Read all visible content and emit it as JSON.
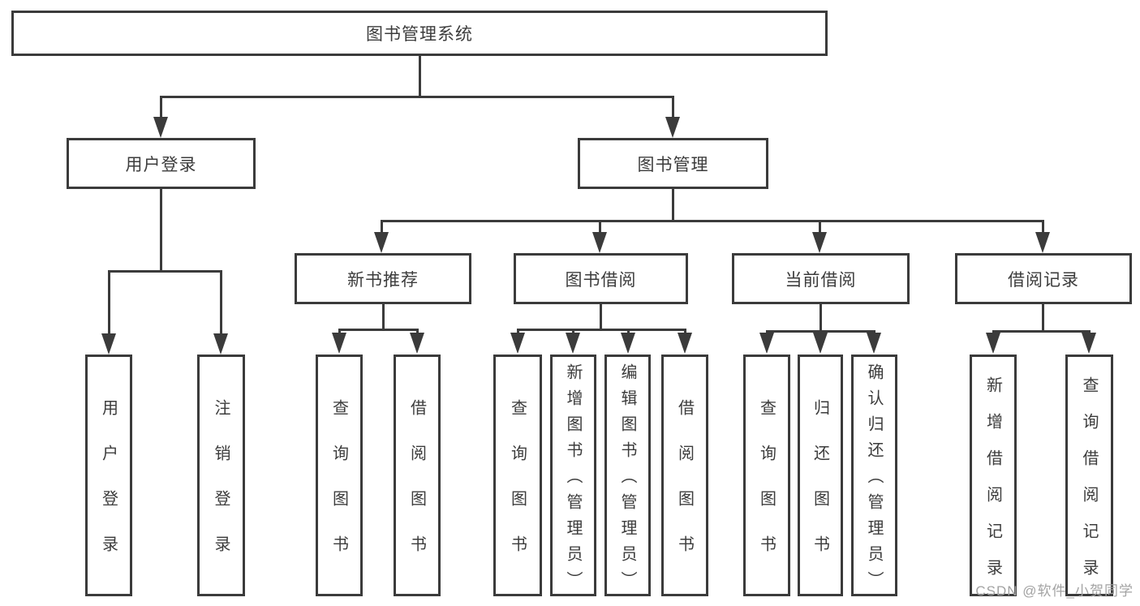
{
  "nodes": {
    "root": "图书管理系统",
    "level2": {
      "user_login": "用户登录",
      "book_mgmt": "图书管理"
    },
    "level3": {
      "new_books": "新书推荐",
      "borrowing": "图书借阅",
      "current": "当前借阅",
      "records": "借阅记录"
    },
    "leaves": {
      "user_login": [
        "用户登录",
        "注销登录"
      ],
      "new_books": [
        "查询图书",
        "借阅图书"
      ],
      "borrowing": [
        "查询图书",
        "新增图书（管理员）",
        "编辑图书（管理员）",
        "借阅图书"
      ],
      "current": [
        "查询图书",
        "归还图书",
        "确认归还（管理员）"
      ],
      "records": [
        "新增借阅记录",
        "查询借阅记录"
      ]
    }
  },
  "watermark": "CSDN @软件_小贺同学",
  "colors": {
    "line": "#3b3b3b",
    "text": "#3c3c3c",
    "watermark": "#a3a3a3",
    "background": "#ffffff"
  }
}
